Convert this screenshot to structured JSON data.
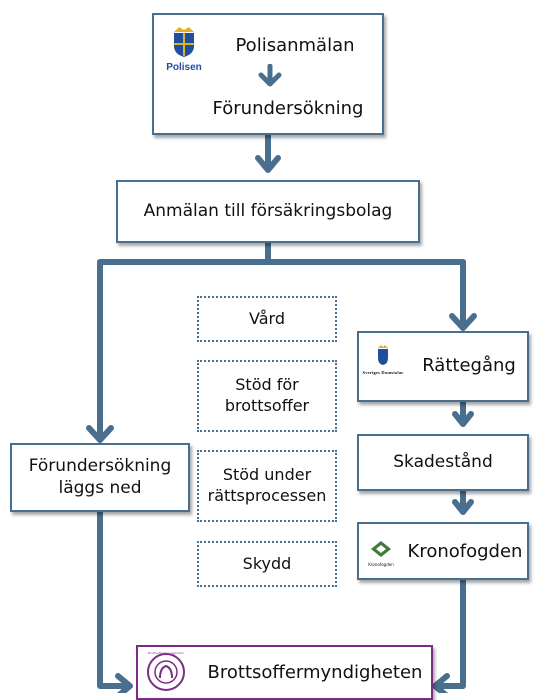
{
  "police": {
    "logo_text": "Polisen",
    "report": "Polisanmälan",
    "investigation": "Förundersökning"
  },
  "insurance": "Anmälan till försäkringsbolag",
  "support": [
    "Vård",
    "Stöd för brottsoffer",
    "Stöd under rättsprocessen",
    "Skydd"
  ],
  "closed": "Förundersökning läggs ned",
  "court": {
    "logo_text": "Sveriges Domstolar",
    "label": "Rättegång"
  },
  "damages": "Skadestånd",
  "enforcement": {
    "logo_text": "Kronofogden",
    "label": "Kronofogden"
  },
  "authority": {
    "logo_text": "Brottsoffermyndigheten",
    "label": "Brottsoffermyndigheten"
  },
  "colors": {
    "arrow": "#4a6f8e",
    "box_border": "#4a6f8e",
    "authority_border": "#7b2c84",
    "police_blue": "#1f4e9c",
    "police_gold": "#e0b21f",
    "krono_green": "#3e7a3a"
  }
}
